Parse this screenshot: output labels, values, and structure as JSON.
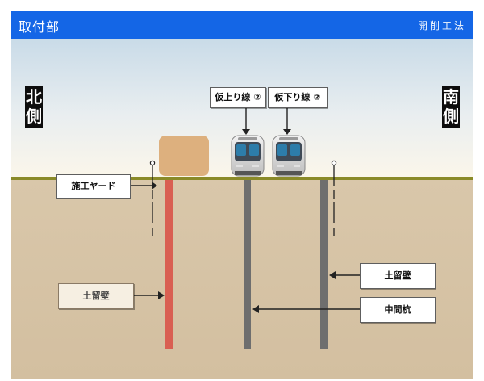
{
  "header": {
    "title": "取付部",
    "method": "開削工法"
  },
  "directions": {
    "north": [
      "北",
      "側"
    ],
    "south": [
      "南",
      "側"
    ]
  },
  "labels": {
    "up_line": "仮上り線 ②",
    "down_line": "仮下り線 ②",
    "construction_yard": "施工ヤード",
    "retaining_wall_left": "土留壁",
    "retaining_wall_right": "土留壁",
    "intermediate_pile": "中間杭"
  },
  "colors": {
    "header_bg": "#1466e6",
    "sky_top": "#c9dbe8",
    "sky_bottom": "#fbf6ea",
    "ground": "#d7c4a6",
    "ground_line": "#8a8a28",
    "yard": "#ddb07e",
    "retaining_wall_left": "#d95f52",
    "pile_gray": "#6e6e6e"
  }
}
